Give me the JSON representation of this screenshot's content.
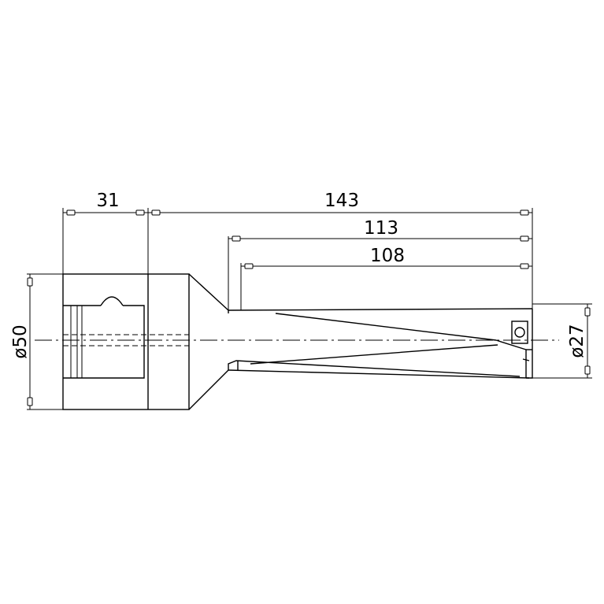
{
  "drawing": {
    "dimensions": {
      "length_31": "31",
      "length_143": "143",
      "length_113": "113",
      "length_108": "108",
      "diameter_50": "ø50",
      "diameter_27": "ø27"
    }
  }
}
